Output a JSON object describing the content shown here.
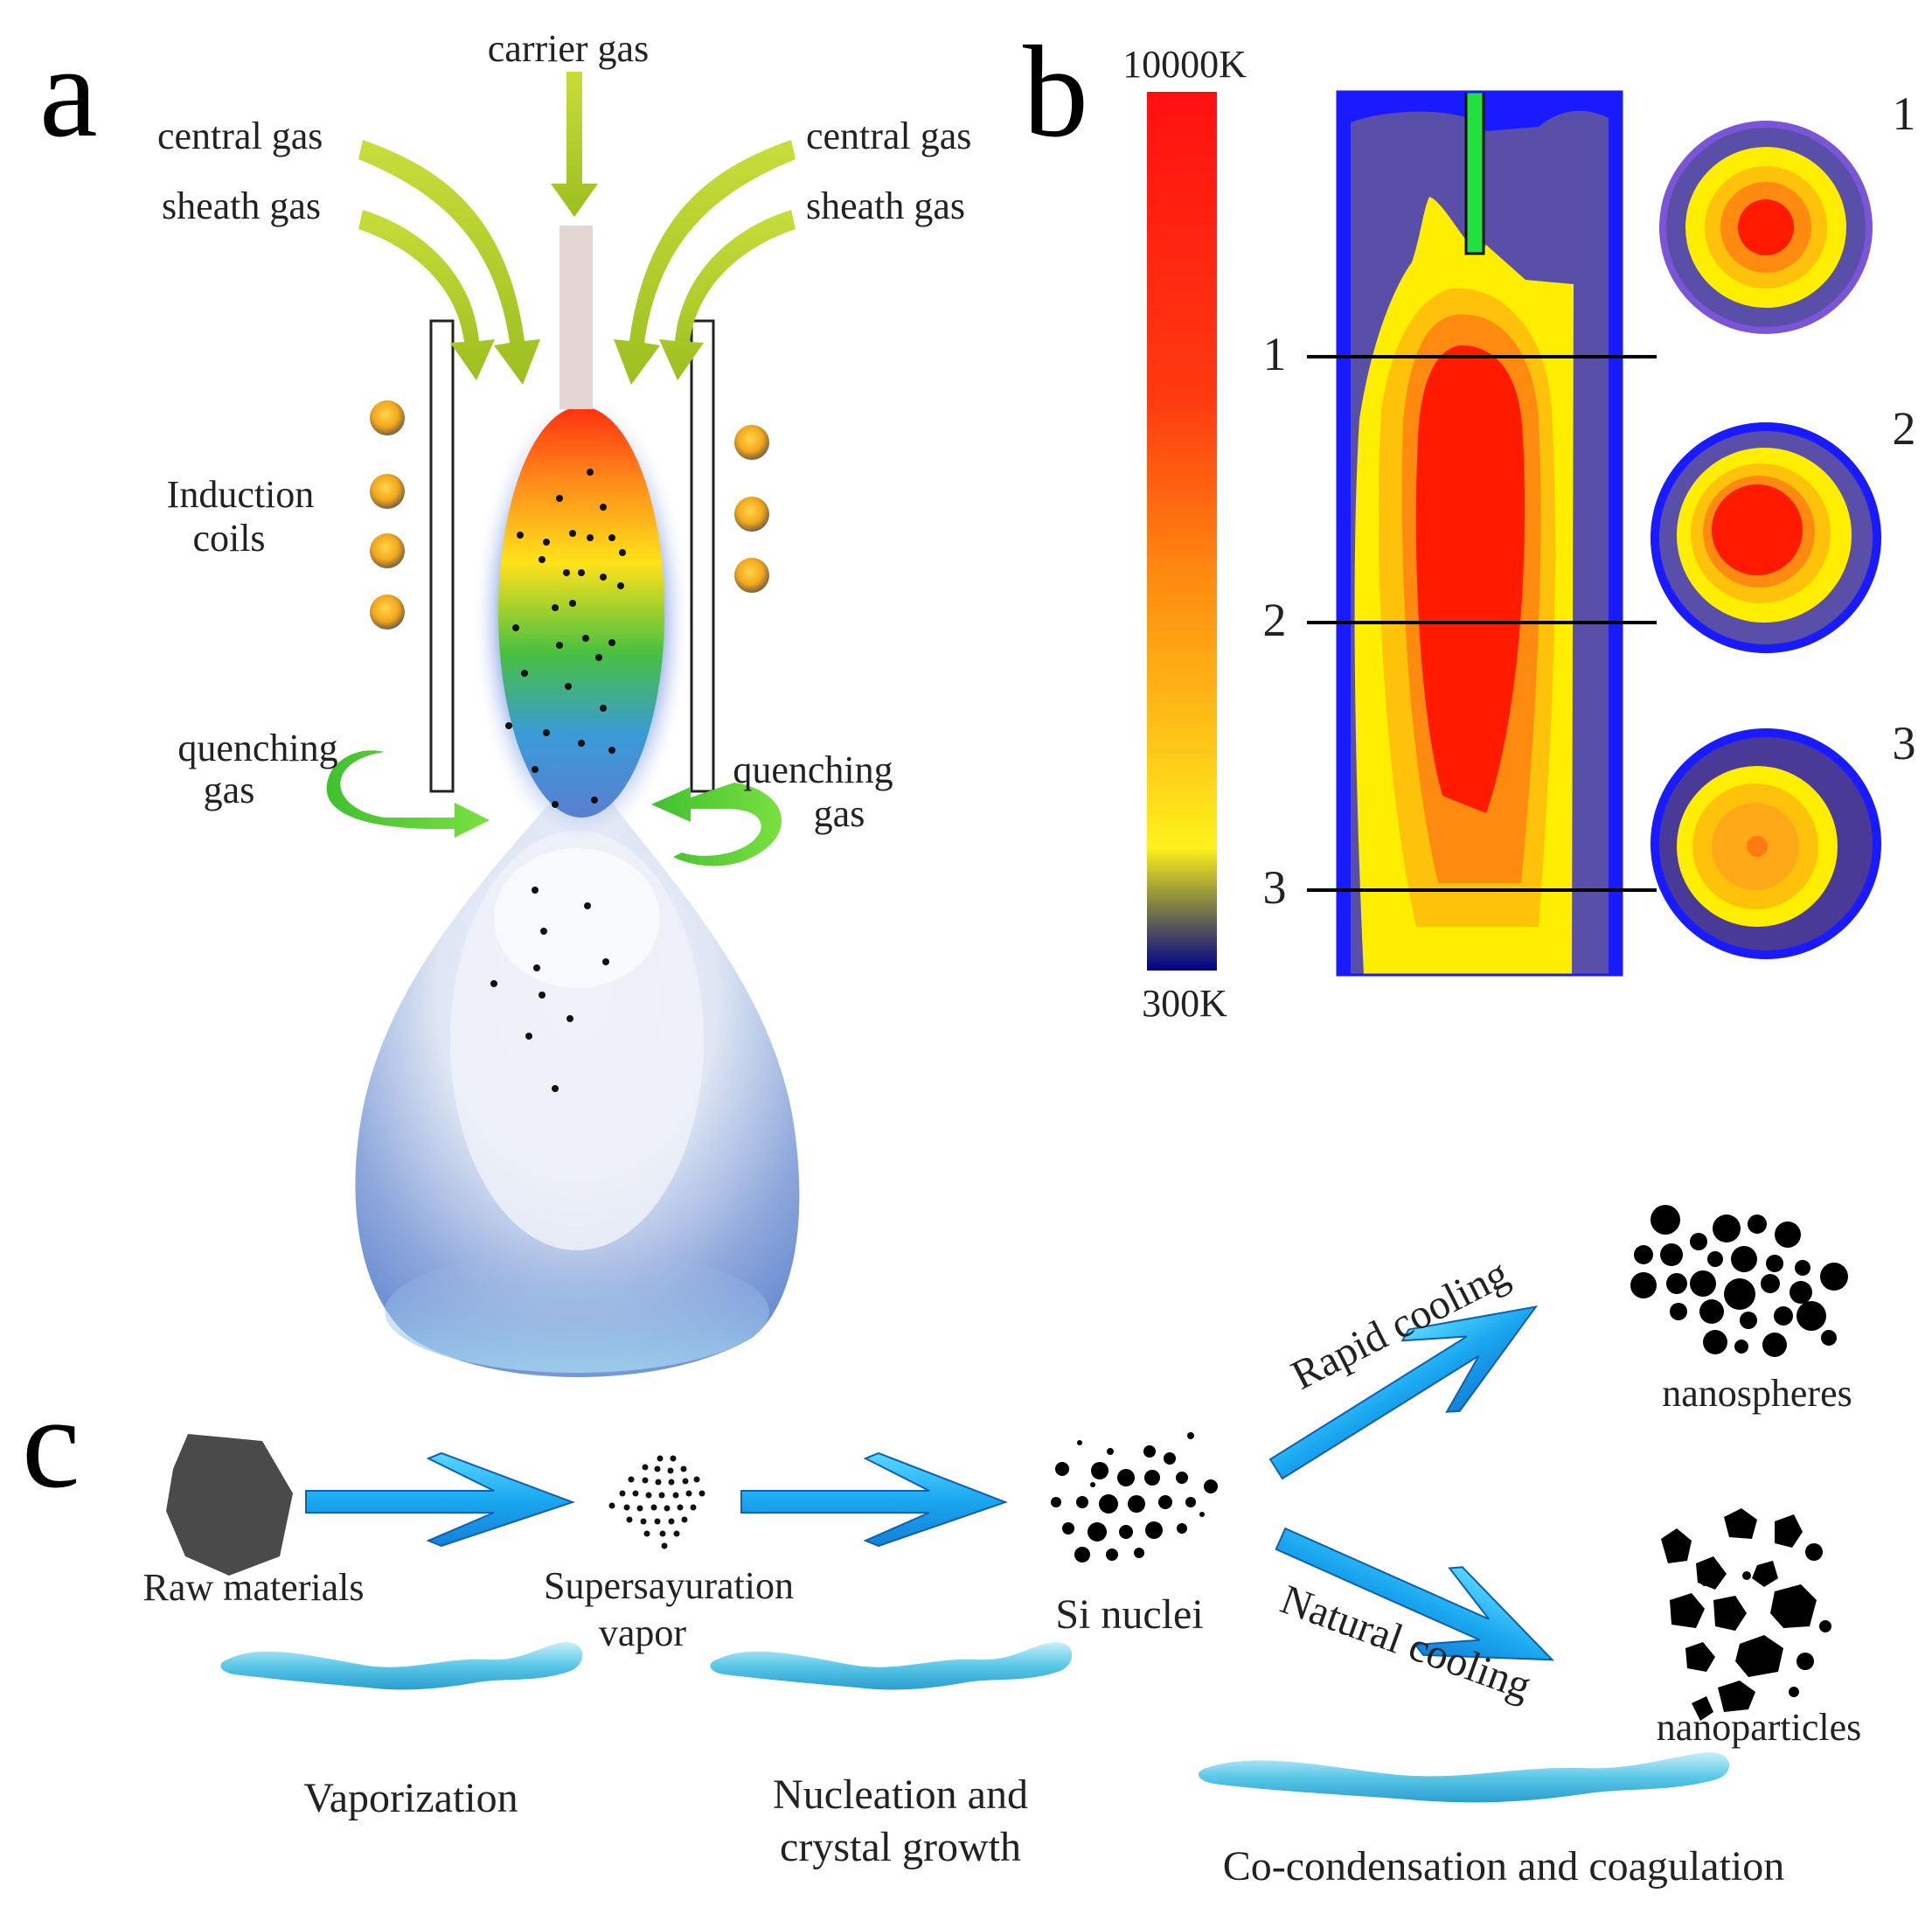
{
  "panels": {
    "a": "a",
    "b": "b",
    "c": "c"
  },
  "panel_a": {
    "carrier_gas": "carrier gas",
    "central_gas_left": "central gas",
    "central_gas_right": "central gas",
    "sheath_gas_left": "sheath gas",
    "sheath_gas_right": "sheath gas",
    "induction_line1": "Induction",
    "induction_line2": "coils",
    "quench_left_1": "quenching",
    "quench_left_2": "gas",
    "quench_right_1": "quenching",
    "quench_right_2": "gas"
  },
  "panel_b": {
    "scale_max": "10000K",
    "scale_min": "300K",
    "lines": [
      "1",
      "2",
      "3"
    ],
    "sections": [
      "1",
      "2",
      "3"
    ],
    "colors": {
      "hot": "#ff1a00",
      "mid": "#ff9a00",
      "warm": "#ffee00",
      "cool": "#1a1a8c",
      "bg": "#1a1aff",
      "plasma_bg": "#5a4fa8",
      "probe": "#22e040"
    }
  },
  "panel_c": {
    "steps": [
      "Raw materials",
      "Supersayuration",
      "vapor",
      "Si nuclei"
    ],
    "rapid": "Rapid cooling",
    "natural": "Natural cooling",
    "nanospheres": "nanospheres",
    "nanoparticles": "nanoparticles",
    "stage_vaporization": "Vaporization",
    "stage_nucleation_1": "Nucleation and",
    "stage_nucleation_2": "crystal growth",
    "stage_cocond": "Co-condensation and coagulation"
  }
}
